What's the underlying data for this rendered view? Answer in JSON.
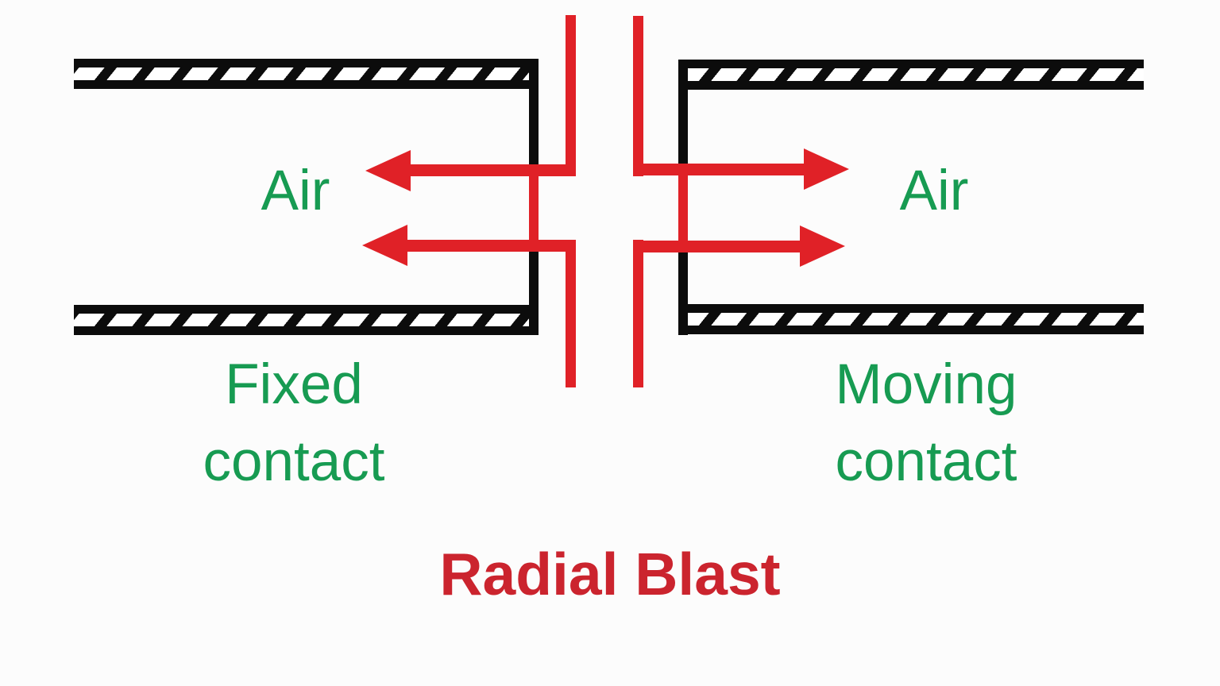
{
  "title": "Radial Blast",
  "labels": {
    "air_left": "Air",
    "air_right": "Air",
    "fixed_contact": [
      "Fixed",
      "contact"
    ],
    "moving_contact": [
      "Moving",
      "contact"
    ]
  },
  "arrows": {
    "left_pair_direction": "left",
    "right_pair_direction": "right"
  },
  "colors": {
    "background": "#fcfcfc",
    "black_structure": "#0c0c0c",
    "red_arrow": "#e02127",
    "red_title": "#cb242e",
    "green_label": "#179b52"
  }
}
